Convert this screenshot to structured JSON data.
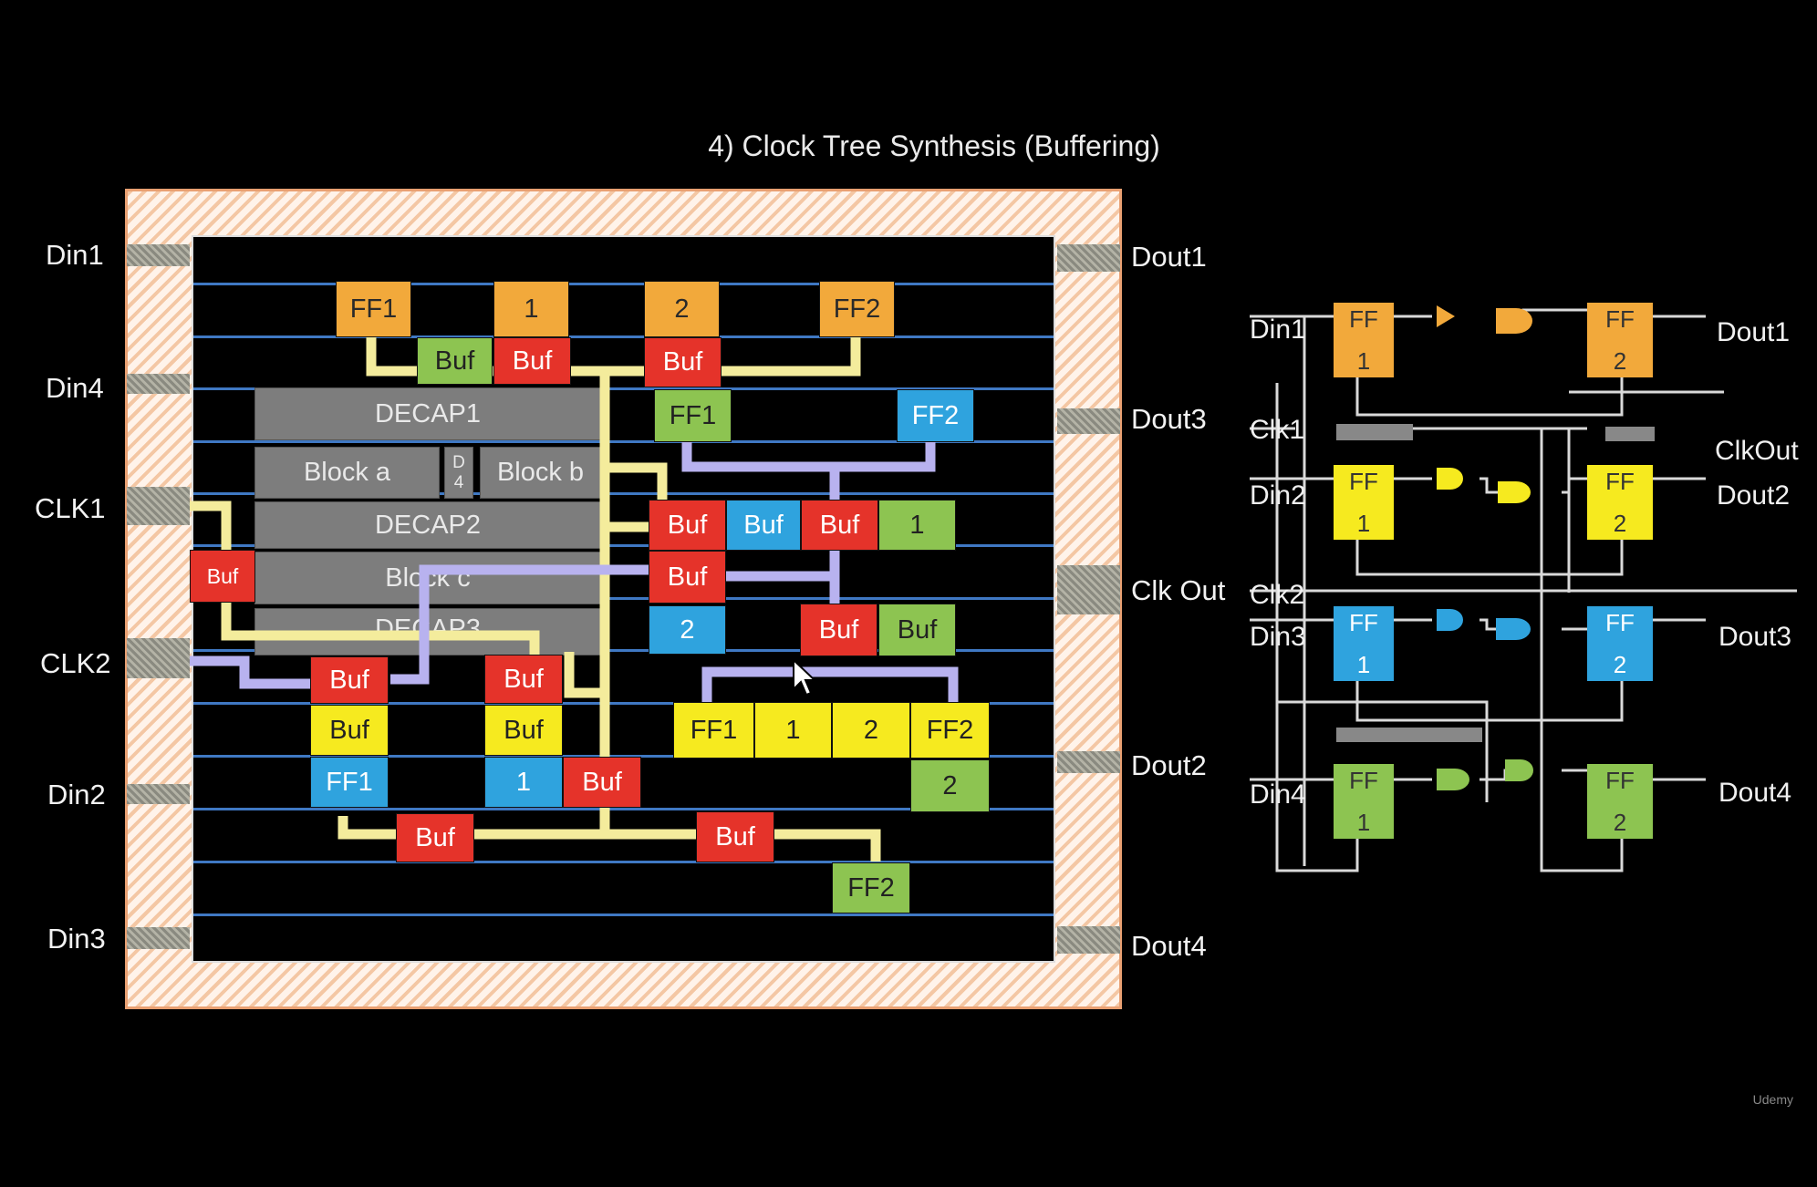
{
  "title": "4) Clock Tree Synthesis (Buffering)",
  "layout": {
    "pins_left": [
      "Din1",
      "Din4",
      "CLK1",
      "CLK2",
      "Din2",
      "Din3"
    ],
    "pins_right": [
      "Dout1",
      "Dout3",
      "Clk Out",
      "Dout2",
      "Dout4"
    ],
    "blocks": {
      "decap1": "DECAP1",
      "block_a": "Block a",
      "d4_top": "D",
      "d4_bottom": "4",
      "block_b": "Block b",
      "decap2": "DECAP2",
      "block_c": "Block c",
      "decap3": "DECAP3"
    },
    "cells": {
      "ff1": "FF1",
      "ff2": "FF2",
      "one": "1",
      "two": "2",
      "buf": "Buf"
    }
  },
  "schematic": {
    "left_labels": [
      "Din1",
      "Clk1",
      "Din2",
      "Clk2",
      "Din3",
      "Din4"
    ],
    "right_labels": [
      "Dout1",
      "ClkOut",
      "Dout2",
      "Dout3",
      "Dout4"
    ],
    "ff_top": "FF",
    "ff_bottom_1": "1",
    "ff_bottom_2": "2"
  },
  "colors": {
    "orange": "#f2a93b",
    "yellow": "#f6ea1f",
    "blue": "#2fa3de",
    "green": "#8dc451",
    "red": "#e5332a",
    "clock_wire_yellow": "#f4ec9c",
    "clock_wire_violet": "#b8b2ef"
  },
  "watermark": "Udemy"
}
